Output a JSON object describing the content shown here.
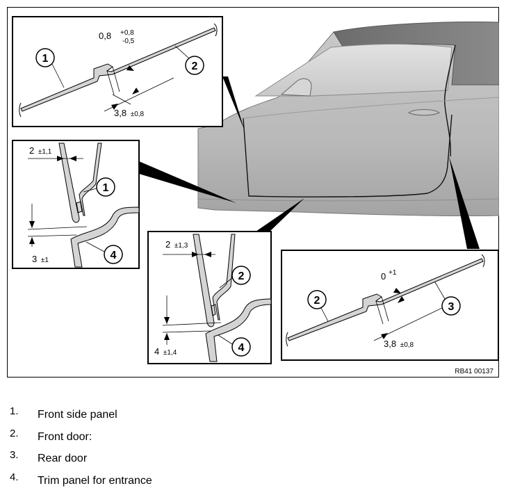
{
  "figure_code": "RB41 00137",
  "callouts": [
    "1",
    "2",
    "3",
    "4"
  ],
  "dimensions": {
    "gap_front": "0,8",
    "gap_front_tol_upper": "+0,8",
    "gap_front_tol_lower": "-0,5",
    "flush_front": "3,8",
    "flush_front_tol": "±0,8",
    "gap_rear": "0",
    "gap_rear_tol": "+1",
    "flush_rear": "3,8",
    "flush_rear_tol": "±0,8",
    "sill_front_gap": "2",
    "sill_front_gap_tol": "±1,1",
    "sill_front_height": "3",
    "sill_front_height_tol": "±1",
    "sill_rear_gap": "2",
    "sill_rear_gap_tol": "±1,3",
    "sill_rear_height": "4",
    "sill_rear_height_tol": "±1,4"
  },
  "legend": [
    {
      "num": "1.",
      "text": "Front side panel"
    },
    {
      "num": "2.",
      "text": "Front door:"
    },
    {
      "num": "3.",
      "text": "Rear door"
    },
    {
      "num": "4.",
      "text": "Trim panel for entrance"
    }
  ]
}
